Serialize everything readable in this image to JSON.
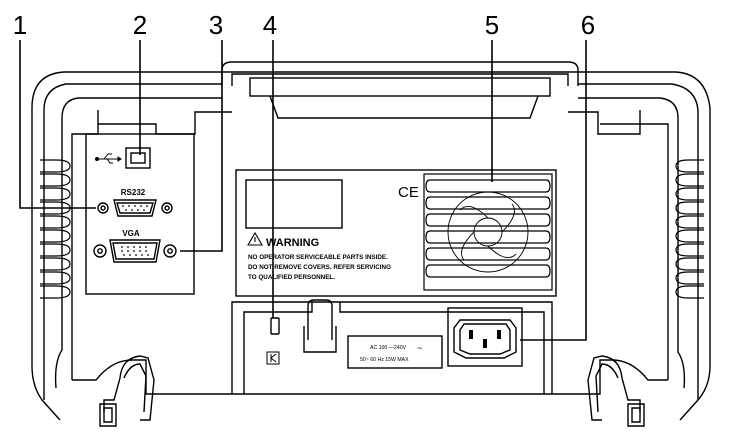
{
  "callouts": [
    "1",
    "2",
    "3",
    "4",
    "5",
    "6"
  ],
  "ports": {
    "rs232_label": "RS232",
    "vga_label": "VGA"
  },
  "certification_mark": "CE",
  "warning": {
    "title": "WARNING",
    "lines": [
      "NO OPERATOR SERVICEABLE PARTS INSIDE.",
      "DO NOT REMOVE COVERS. REFER SERVICING",
      "TO QUALIFIED PERSONNEL."
    ]
  },
  "power_rating": {
    "line1": "AC  100 —240V",
    "line2": "50~ 60 Hz      15W  MAX",
    "ac_symbol": "~"
  },
  "icons": {
    "usb": "usb-icon",
    "lock": "kensington-lock-icon",
    "warning": "warning-triangle-icon"
  }
}
